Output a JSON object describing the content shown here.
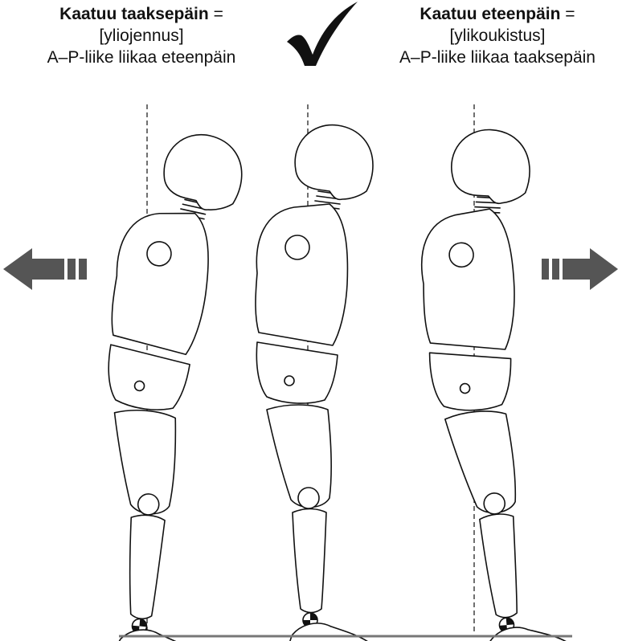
{
  "captions": {
    "left": {
      "title": "Kaatuu taaksepäin",
      "equals": " =",
      "term": "[yliojennus]",
      "description": "A–P-liike liikaa eteenpäin"
    },
    "right": {
      "title": "Kaatuu eteenpäin",
      "equals": " =",
      "term": "[ylikoukistus]",
      "description": "A–P-liike liikaa taaksepäin"
    }
  },
  "icons": {
    "center": "checkmark-icon",
    "left_arrow": "arrow-left-icon",
    "right_arrow": "arrow-right-icon"
  },
  "colors": {
    "line": "#111111",
    "arrow": "#555555",
    "ground": "#777777"
  }
}
